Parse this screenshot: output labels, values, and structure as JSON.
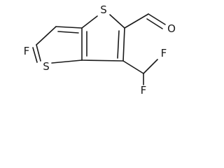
{
  "molecule": {
    "atoms": {
      "fluoro_ring": "F",
      "sulfur_ring_left": "S",
      "sulfur_ring_right": "S",
      "aldehyde_oxygen": "O",
      "difluoro_upper": "F",
      "difluoro_lower": "F"
    }
  }
}
